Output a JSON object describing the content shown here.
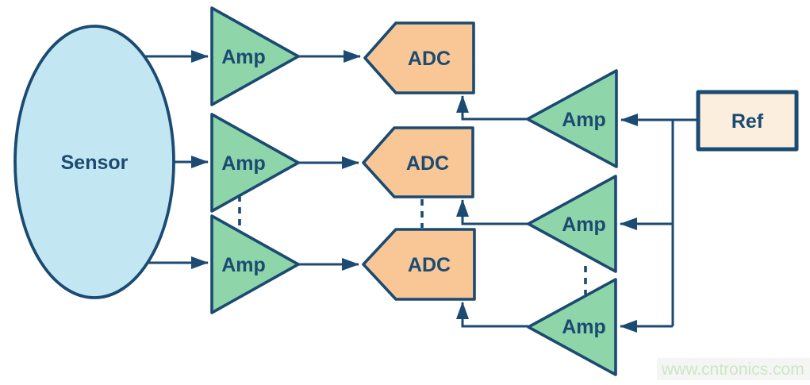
{
  "diagram": {
    "sensor_label": "Sensor",
    "channels": [
      {
        "amp": "Amp",
        "adc": "ADC"
      },
      {
        "amp": "Amp",
        "adc": "ADC"
      },
      {
        "amp": "Amp",
        "adc": "ADC"
      }
    ],
    "reference_buffers": [
      {
        "label": "Amp"
      },
      {
        "label": "Amp"
      },
      {
        "label": "Amp"
      }
    ],
    "reference_label": "Ref",
    "watermark": "www.cntronics.com"
  },
  "colors": {
    "line": "#1b4a72",
    "label": "#1b4a72",
    "amp_fill": "#8ed5aa",
    "adc_fill": "#f8c795",
    "sensor_fill": "#c3e7f2",
    "ref_fill": "#fbeedd",
    "watermark": "#cbe8c2",
    "watermark_band": "#f5f5f5",
    "background": "#ffffff"
  }
}
